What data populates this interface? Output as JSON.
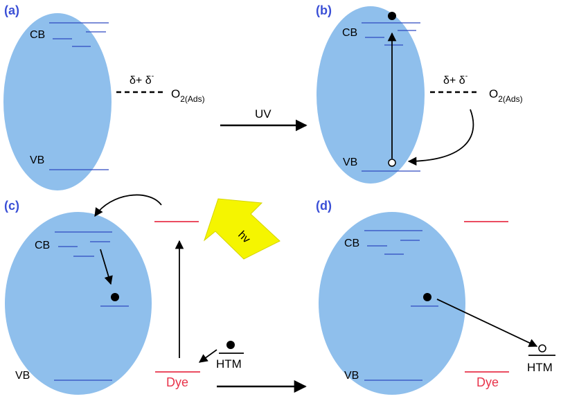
{
  "panels": {
    "a": "(a)",
    "b": "(b)",
    "c": "(c)",
    "d": "(d)"
  },
  "labels": {
    "cb": "CB",
    "vb": "VB",
    "uv": "UV",
    "hv": "hv",
    "dye": "Dye",
    "htm": "HTM",
    "delta": "δ+ δ",
    "delta_sup": "-",
    "o2_main": "O",
    "o2_sub": "2(Ads)"
  },
  "colors": {
    "particle_fill": "#8fbfec",
    "band_line": "#2d49c0",
    "dye_line": "#e8334a",
    "hv_arrow": "#f5f500",
    "panel_label": "#3a4fd6"
  }
}
